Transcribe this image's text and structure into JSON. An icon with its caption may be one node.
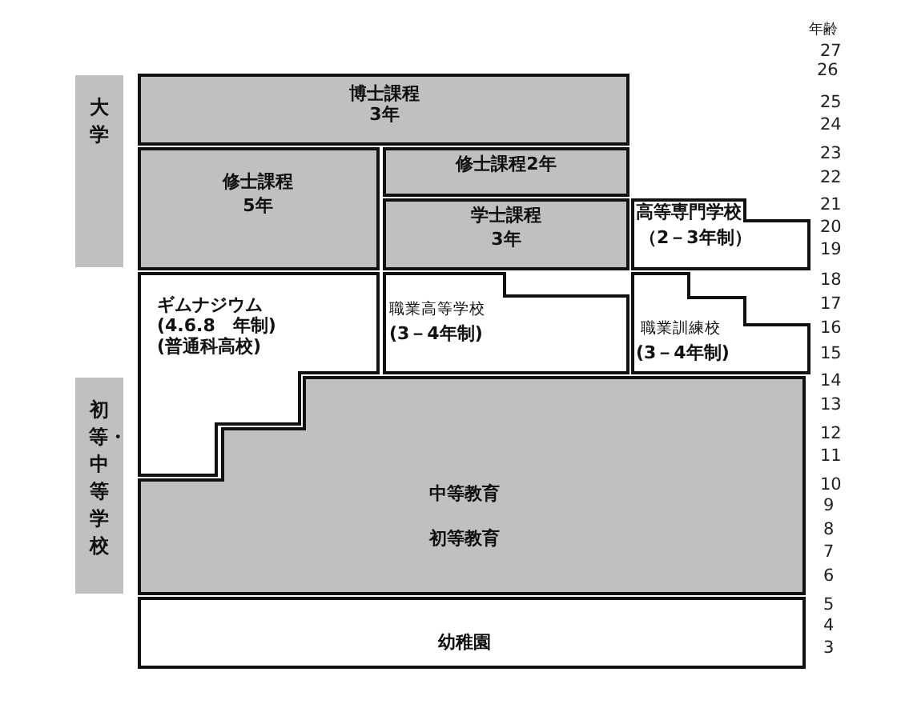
{
  "diagram": {
    "nodes": [
      {
        "text": [
          "大学"
        ]
      },
      {
        "text": [
          "博士課程",
          "3年"
        ]
      },
      {
        "text": [
          "修士課程",
          "5年"
        ]
      },
      {
        "text": [
          "修士課程2年"
        ]
      },
      {
        "text": [
          "学士課程",
          "3年"
        ]
      },
      {
        "text": [
          "高等専門学校",
          "（2－3年制）"
        ]
      },
      {
        "text": [
          "ギムナジウム",
          "(4.6.8　年制)",
          "(普通科高校)"
        ]
      },
      {
        "text": [
          "職業高等学校",
          "(3－4年制)"
        ]
      },
      {
        "text": [
          "職業訓練校",
          "(3－4年制)"
        ]
      },
      {
        "text": [
          "初等・中等学校"
        ]
      },
      {
        "text": [
          "中等教育",
          "初等教育"
        ]
      },
      {
        "text": [
          "幼稚園"
        ]
      }
    ],
    "edges": [],
    "labels": [
      "年齢",
      "27",
      "26",
      "25",
      "24",
      "23",
      "22",
      "21",
      "20",
      "19",
      "18",
      "17",
      "16",
      "15",
      "14",
      "13",
      "12",
      "11",
      "10",
      "9",
      "8",
      "7",
      "6",
      "5",
      "4",
      "3"
    ]
  }
}
